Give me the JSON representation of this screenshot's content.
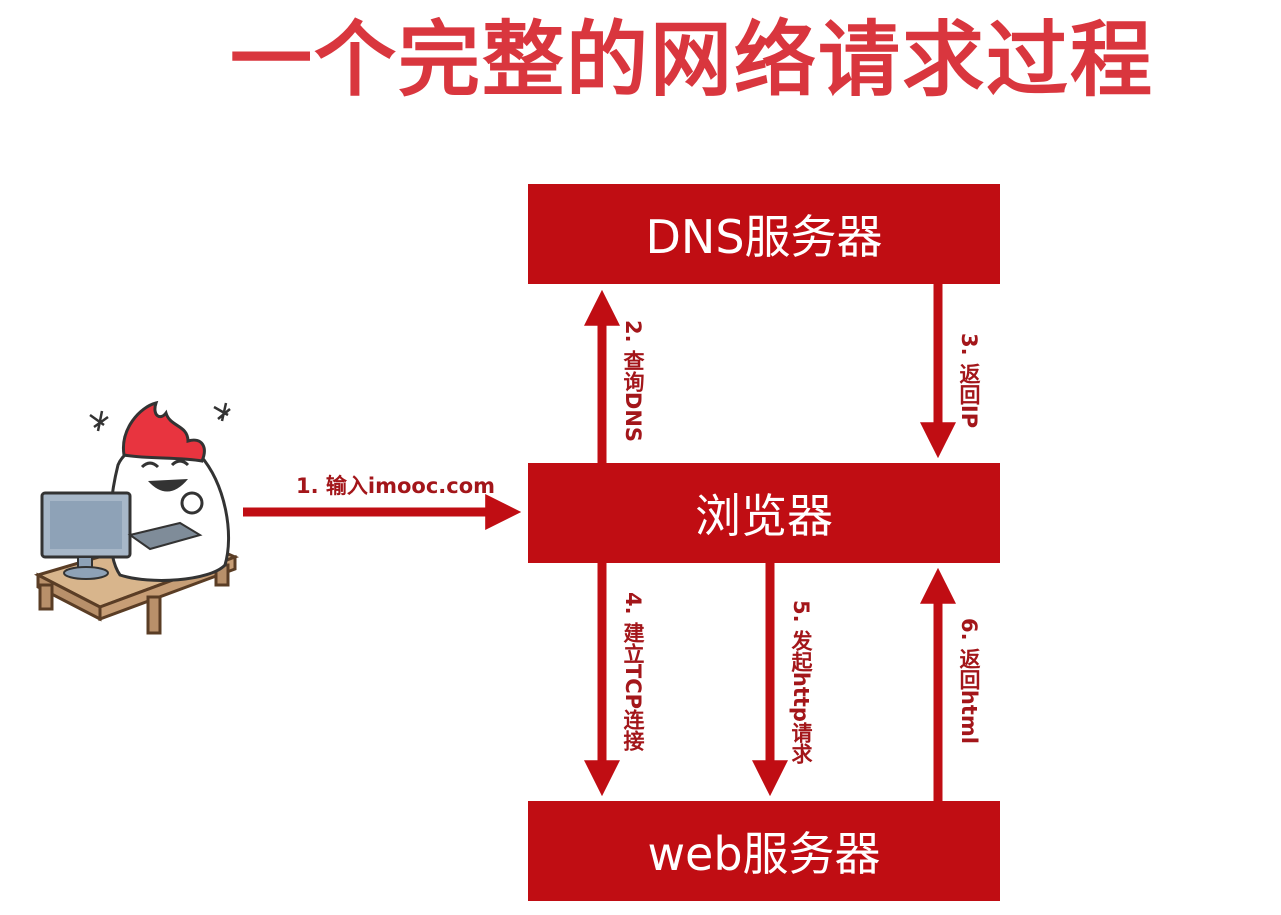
{
  "title": "一个完整的网络请求过程",
  "nodes": {
    "dns": "DNS服务器",
    "browser": "浏览器",
    "web": "web服务器"
  },
  "steps": {
    "s1": "1. 输入imooc.com",
    "s2": "2. 查询DNS",
    "s3": "3. 返回IP",
    "s4": "4. 建立TCP连接",
    "s5": "5. 发起http请求",
    "s6": "6. 返回html"
  },
  "colors": {
    "box": "#c00d13",
    "title": "#d9363e",
    "label": "#a3161a"
  },
  "icons": [
    "mascot-at-computer-icon"
  ]
}
